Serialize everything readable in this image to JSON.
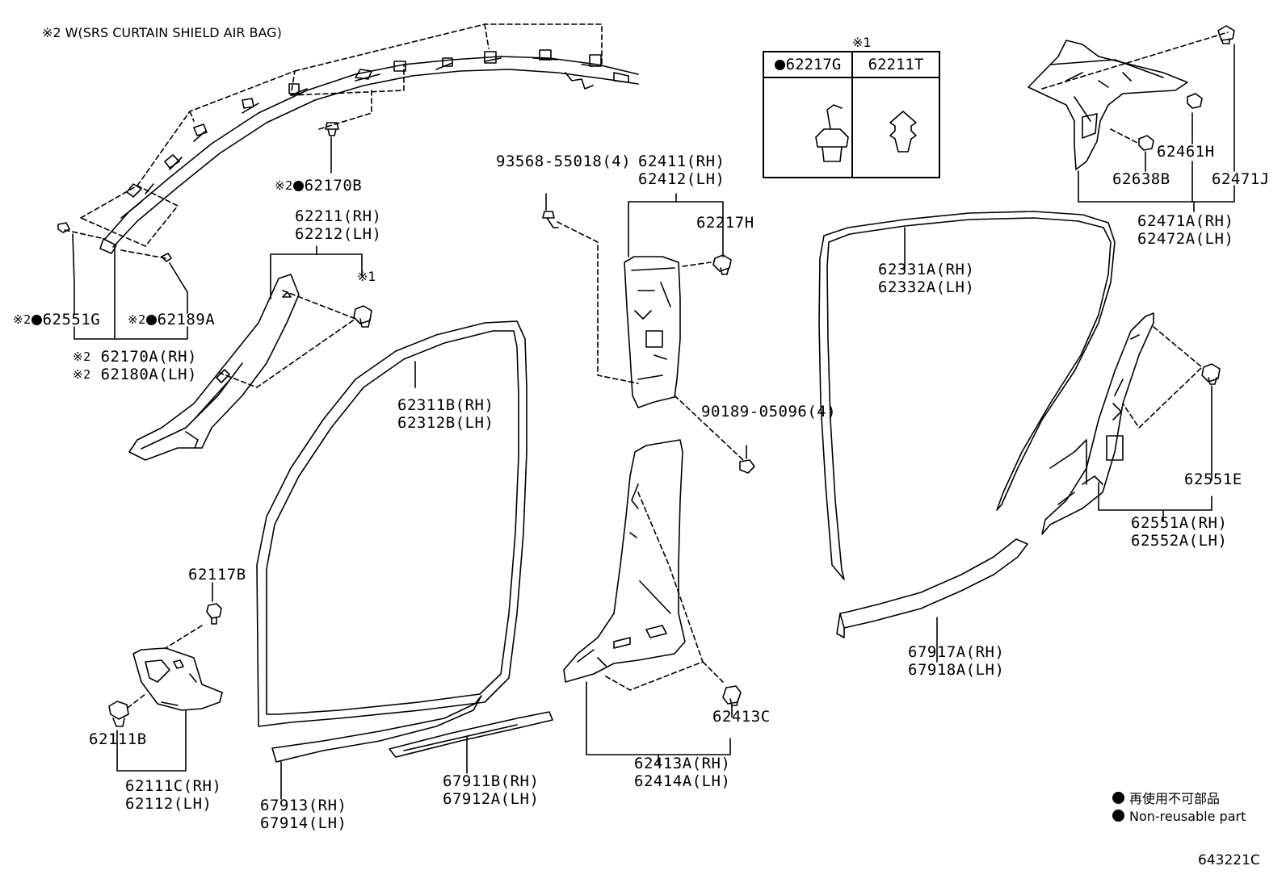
{
  "header_note": "※2 W(SRS CURTAIN SHIELD AIR BAG)",
  "table": {
    "mark": "※1",
    "col1": "62217G",
    "col2": "62211T"
  },
  "labels": {
    "p62170B": "62170B",
    "p62551G": "62551G",
    "p62189A": "62189A",
    "p62170A": "62170A(RH)",
    "p62180A": "62180A(LH)",
    "p62211": "62211(RH)",
    "p62212": "62212(LH)",
    "mark1": "※1",
    "p93568": "93568-55018(4)",
    "p62411": "62411(RH)",
    "p62412": "62412(LH)",
    "p62217H": "62217H",
    "p62311B": "62311B(RH)",
    "p62312B": "62312B(LH)",
    "p90189": "90189-05096(4)",
    "p62117B": "62117B",
    "p62111B": "62111B",
    "p62111C": "62111C(RH)",
    "p62112": "62112(LH)",
    "p67913": "67913(RH)",
    "p67914": "67914(LH)",
    "p67911B": "67911B(RH)",
    "p67912A": "67912A(LH)",
    "p62413C": "62413C",
    "p62413A": "62413A(RH)",
    "p62414A": "62414A(LH)",
    "p62461H": "62461H",
    "p62638B": "62638B",
    "p62471J": "62471J",
    "p62471A": "62471A(RH)",
    "p62472A": "62472A(LH)",
    "p62331A": "62331A(RH)",
    "p62332A": "62332A(LH)",
    "p62551E": "62551E",
    "p62551A": "62551A(RH)",
    "p62552A": "62552A(LH)",
    "p67917A": "67917A(RH)",
    "p67918A": "67918A(LH)"
  },
  "mark2": "※2",
  "legend": {
    "line1": "再使用不可部品",
    "line2": "Non-reusable part"
  },
  "diagram_id": "643221C"
}
